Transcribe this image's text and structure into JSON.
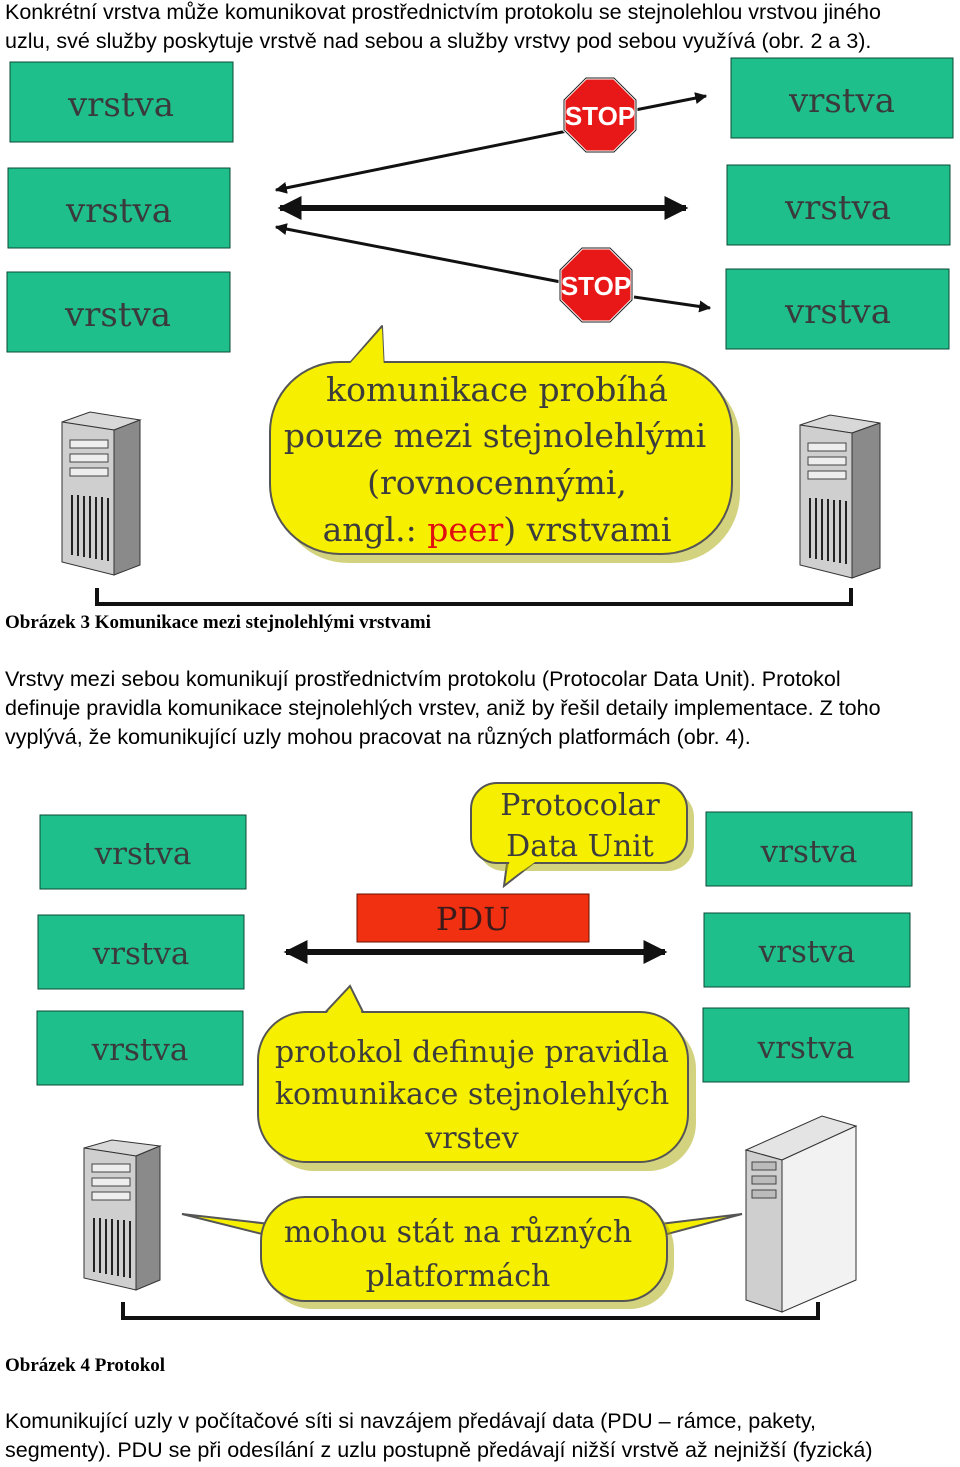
{
  "paragraph1": {
    "line1": "Konkrétní vrstva může komunikovat prostřednictvím protokolu se stejnolehlou vrstvou jiného",
    "line2": "uzlu, své služby poskytuje vrstvě nad sebou a služby vrstvy pod sebou využívá (obr. 2 a 3)."
  },
  "figure3": {
    "layer_label": "vrstva",
    "stop_label": "STOP",
    "bubble": {
      "line1": "komunikace probíhá",
      "line2": "pouze mezi stejnolehlými",
      "line3": "(rovnocennými,",
      "line4_prefix": "angl.: ",
      "line4_peer": "peer",
      "line4_suffix": ") vrstvami"
    },
    "caption": "Obrázek 3  Komunikace mezi stejnolehlými vrstvami"
  },
  "paragraph2": {
    "line1": "Vrstvy mezi sebou komunikují prostřednictvím protokolu (Protocolar Data Unit). Protokol",
    "line2": "definuje pravidla komunikace stejnolehlých vrstev, aniž by řešil detaily implementace. Z toho",
    "line3": "vyplývá, že komunikující uzly mohou pracovat na různých platformách (obr. 4)."
  },
  "figure4": {
    "layer_label": "vrstva",
    "pdu_label": "PDU",
    "pdu_bubble": {
      "line1": "Protocolar",
      "line2": "Data Unit"
    },
    "rules_bubble": {
      "line1": "protokol definuje pravidla",
      "line2": "komunikace stejnolehlých",
      "line3": "vrstev"
    },
    "platform_bubble": {
      "line1": "mohou stát na různých",
      "line2": "platformách"
    },
    "caption": "Obrázek 4   Protokol"
  },
  "paragraph3": {
    "line1": "Komunikující uzly v počítačové síti si navzájem předávají data (PDU – rámce, pakety,",
    "line2": "segmenty). PDU se při odesílání z uzlu postupně předávají nižší vrstvě až nejnižší (fyzická)"
  },
  "colors": {
    "layer_box": "#1fbf8c",
    "bubble": "#f6f000",
    "stop": "#e81818",
    "pdu": "#f03010",
    "peer": "#e01010"
  }
}
